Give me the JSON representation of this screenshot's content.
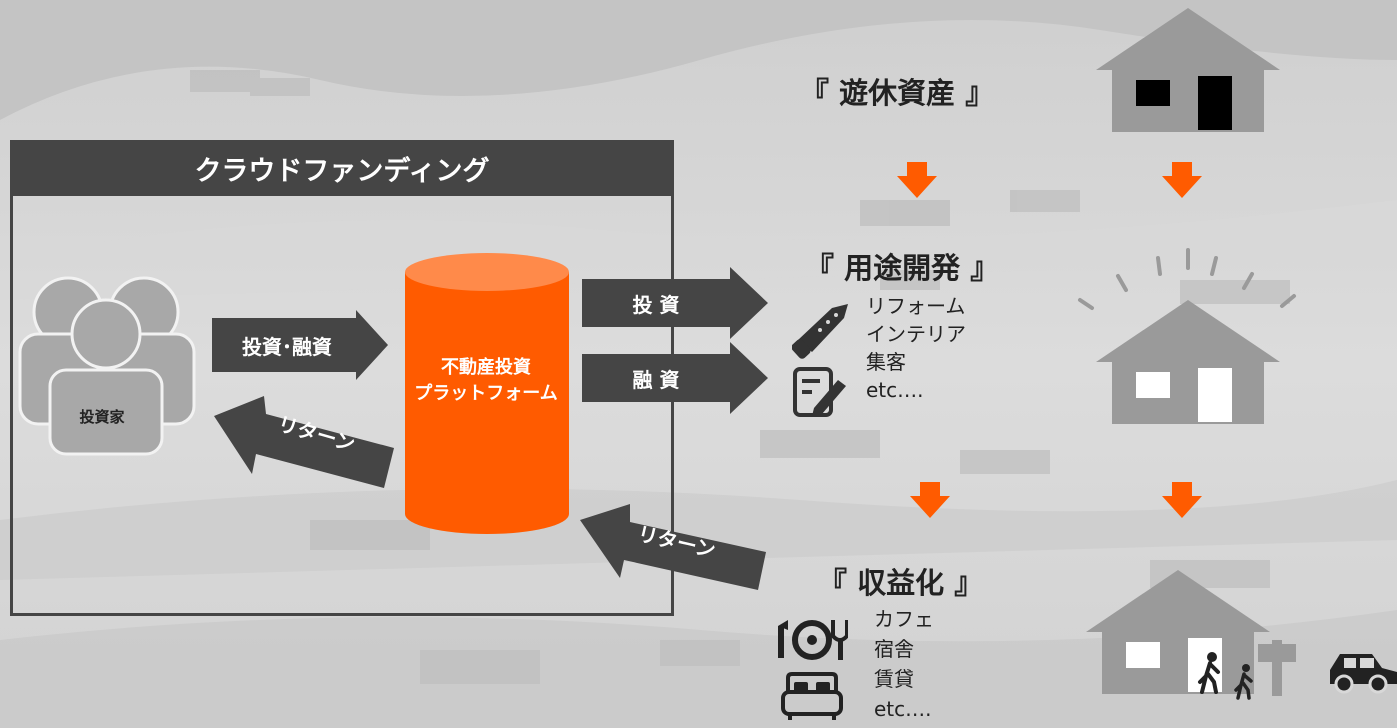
{
  "crowdfunding": {
    "title": "クラウドファンディング",
    "investor_label": "投資家",
    "invest_finance_label": "投資･融資",
    "return_label_left": "リターン",
    "platform_label_line1": "不動産投資",
    "platform_label_line2": "プラットフォーム",
    "invest_label": "投 資",
    "finance_label": "融 資",
    "return_label_right": "リターン"
  },
  "stages": {
    "idle": {
      "title": "『 遊休資産 』"
    },
    "develop": {
      "title": "『 用途開発 』",
      "items": [
        "リフォーム",
        "インテリア",
        "集客",
        "etc…."
      ]
    },
    "monetize": {
      "title": "『 収益化 』",
      "items": [
        "カフェ",
        "宿舎",
        "賃貸",
        "etc…."
      ]
    }
  },
  "colors": {
    "accent": "#ff5b00",
    "dark_box": "#454545",
    "house": "#9a9a9a"
  },
  "icons": [
    "person-group-icon",
    "cylinder-icon",
    "saw-icon",
    "pen-note-icon",
    "dining-icon",
    "bed-icon",
    "walking-person-icon",
    "signpost-icon",
    "car-icon"
  ]
}
